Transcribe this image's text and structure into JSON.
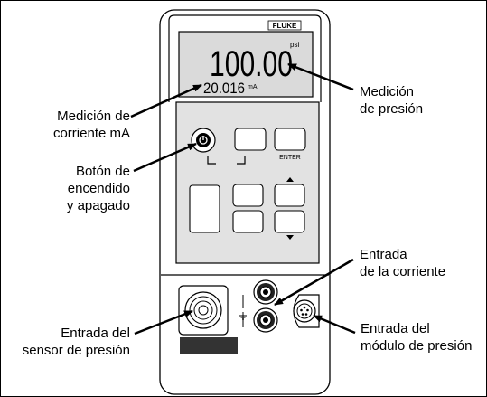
{
  "device": {
    "brand": "FLUKE",
    "pressure_reading": "100.00",
    "pressure_unit": "psi",
    "current_reading": "20.016",
    "current_unit": "mA",
    "enter_key": "ENTER"
  },
  "callouts": {
    "pressure_measurement": [
      "Medición",
      "de presión"
    ],
    "current_measurement": [
      "Medición de",
      "corriente mA"
    ],
    "power_button": [
      "Botón de",
      "encendido",
      "y apagado"
    ],
    "current_input": [
      "Entrada",
      "de la corriente"
    ],
    "pressure_sensor_input": [
      "Entrada del",
      "sensor de presión"
    ],
    "pressure_module_input": [
      "Entrada del",
      "módulo de presión"
    ]
  },
  "icons": {
    "up_arrow": "up-arrow-icon",
    "down_arrow": "down-arrow-icon",
    "ground": "ground-icon"
  }
}
